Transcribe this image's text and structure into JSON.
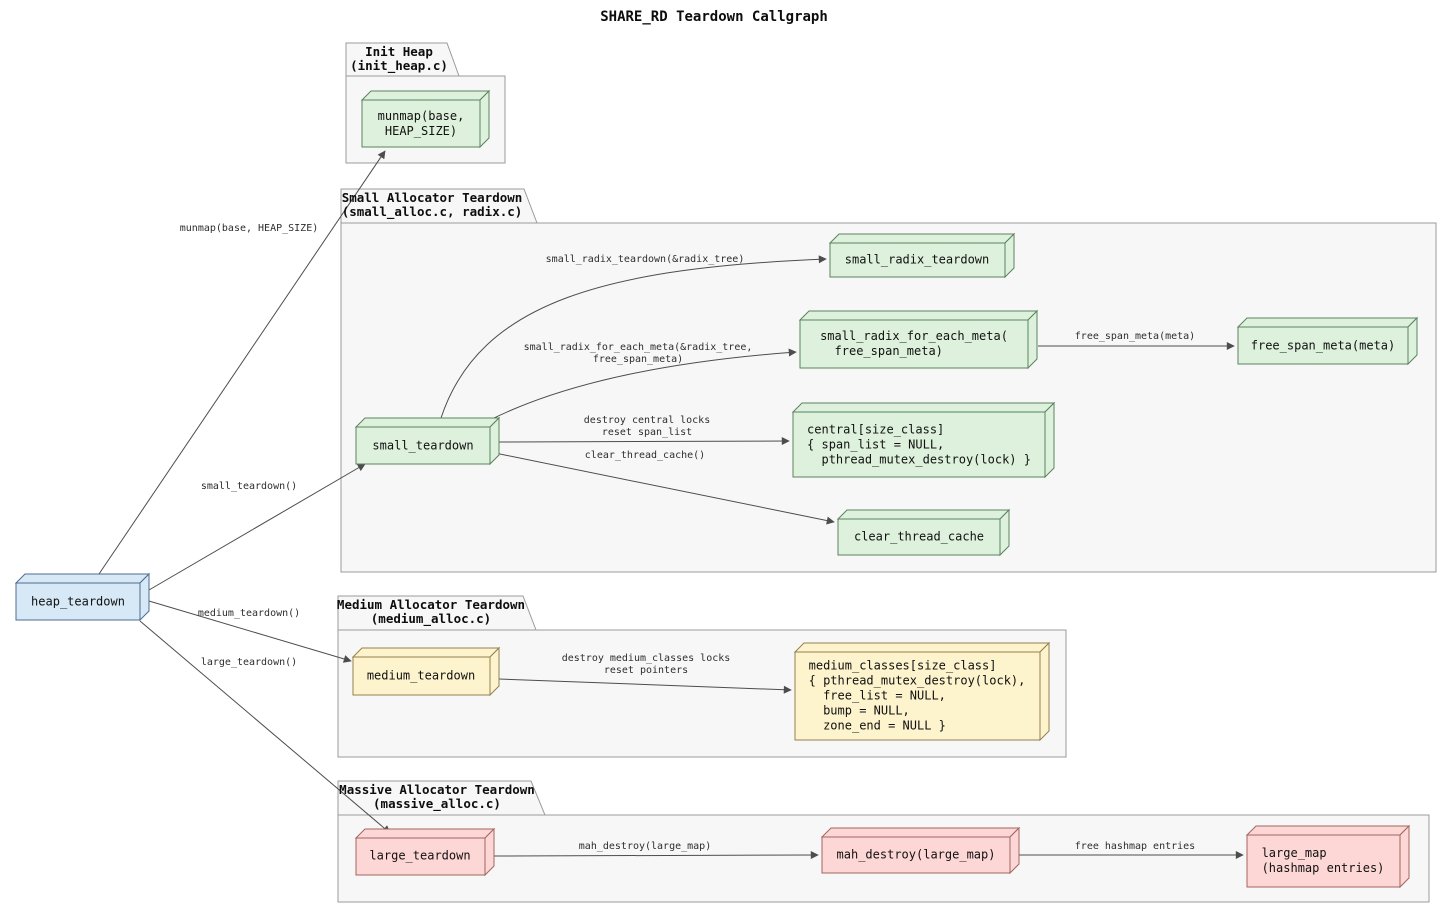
{
  "title": "SHARE_RD Teardown Callgraph",
  "colors": {
    "heap_fill": "#d7e8f7",
    "small_fill": "#ddf1dc",
    "medium_fill": "#fdf3cd",
    "massive_fill": "#fdd7d5",
    "cluster_fill": "#f7f7f7",
    "edge": "#4d4d4d"
  },
  "clusters": {
    "init_heap": {
      "label": "Init Heap\n(init_heap.c)"
    },
    "small_alloc": {
      "label": "Small Allocator Teardown\n(small_alloc.c, radix.c)"
    },
    "medium_alloc": {
      "label": "Medium Allocator Teardown\n(medium_alloc.c)"
    },
    "massive_alloc": {
      "label": "Massive Allocator Teardown\n(massive_alloc.c)"
    }
  },
  "nodes": {
    "heap_teardown": {
      "label": "heap_teardown"
    },
    "munmap": {
      "label": "munmap(base,\nHEAP_SIZE)"
    },
    "small_teardown": {
      "label": "small_teardown"
    },
    "small_radix_teardown": {
      "label": "small_radix_teardown"
    },
    "small_radix_for_each_meta": {
      "label": "small_radix_for_each_meta(\n  free_span_meta)"
    },
    "free_span_meta": {
      "label": "free_span_meta(meta)"
    },
    "central_size_class": {
      "label": "central[size_class]\n{ span_list = NULL,\n  pthread_mutex_destroy(lock) }"
    },
    "clear_thread_cache": {
      "label": "clear_thread_cache"
    },
    "medium_teardown": {
      "label": "medium_teardown"
    },
    "medium_classes": {
      "label": "medium_classes[size_class]\n{ pthread_mutex_destroy(lock),\n  free_list = NULL,\n  bump = NULL,\n  zone_end = NULL }"
    },
    "large_teardown": {
      "label": "large_teardown"
    },
    "mah_destroy": {
      "label": "mah_destroy(large_map)"
    },
    "large_map": {
      "label": "large_map\n(hashmap entries)"
    }
  },
  "edges": {
    "heap_to_munmap": {
      "label": "munmap(base, HEAP_SIZE)"
    },
    "heap_to_small": {
      "label": "small_teardown()"
    },
    "heap_to_medium": {
      "label": "medium_teardown()"
    },
    "heap_to_large": {
      "label": "large_teardown()"
    },
    "small_to_radix_teardown": {
      "label": "small_radix_teardown(&radix_tree)"
    },
    "small_to_for_each_meta": {
      "label": "small_radix_for_each_meta(&radix_tree,\nfree_span_meta)"
    },
    "for_each_meta_to_free_span": {
      "label": "free_span_meta(meta)"
    },
    "small_to_central": {
      "label": "destroy central locks\nreset span_list"
    },
    "small_to_clear_cache": {
      "label": "clear_thread_cache()"
    },
    "medium_to_classes": {
      "label": "destroy medium_classes locks\nreset pointers"
    },
    "large_to_mah_destroy": {
      "label": "mah_destroy(large_map)"
    },
    "mah_to_large_map": {
      "label": "free hashmap entries"
    }
  }
}
